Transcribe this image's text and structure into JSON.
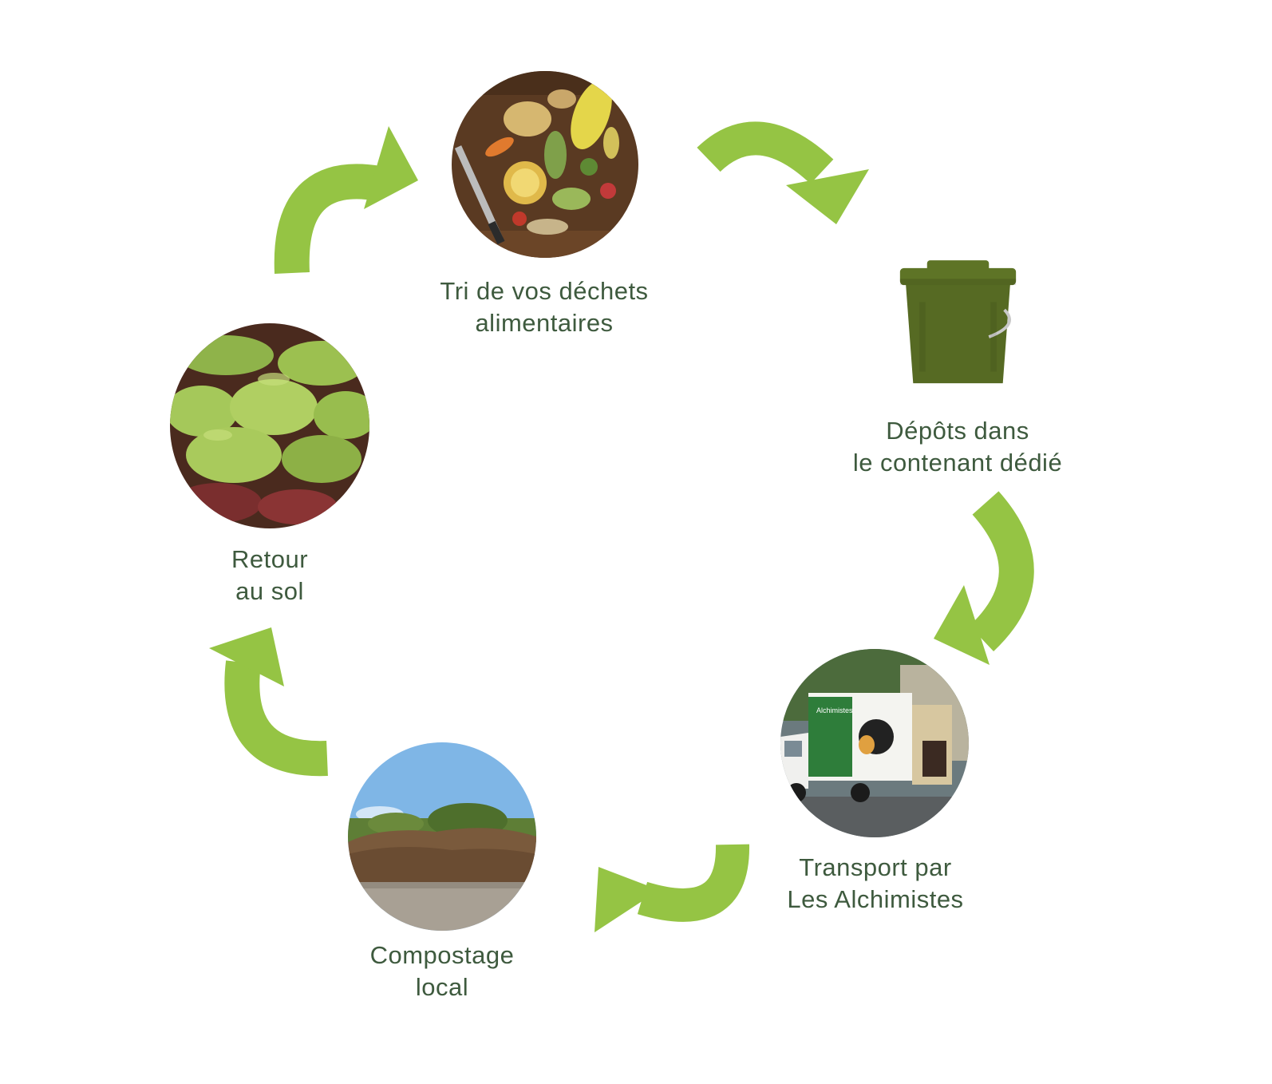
{
  "colors": {
    "arrow": "#95c444",
    "text": "#3e5a3e",
    "bin": "#5e7426"
  },
  "steps": [
    {
      "id": "tri",
      "icon": "food-scraps-photo",
      "lines": [
        "Tri de vos déchets",
        "alimentaires"
      ]
    },
    {
      "id": "depot",
      "icon": "compost-bin-icon",
      "lines": [
        "Dépôts dans",
        "le contenant dédié"
      ]
    },
    {
      "id": "transport",
      "icon": "delivery-truck-photo",
      "lines": [
        "Transport par",
        "Les Alchimistes"
      ]
    },
    {
      "id": "compostage",
      "icon": "compost-pile-photo",
      "lines": [
        "Compostage",
        "local"
      ]
    },
    {
      "id": "retour",
      "icon": "lettuce-field-photo",
      "lines": [
        "Retour",
        "au sol"
      ]
    }
  ],
  "truck": {
    "brand": "Alchimistes"
  }
}
